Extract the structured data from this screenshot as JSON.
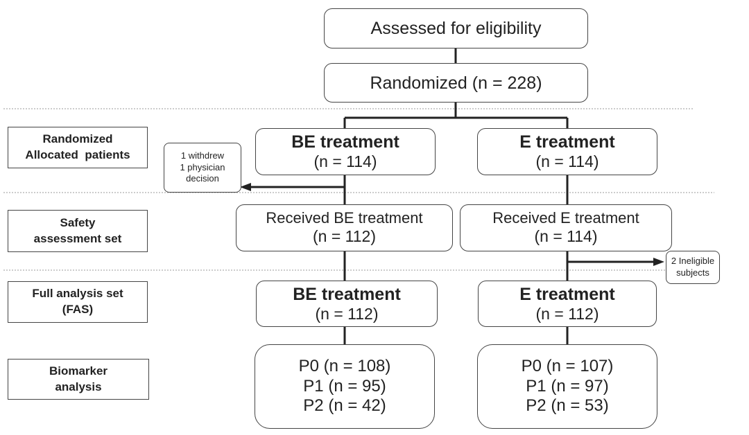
{
  "top": {
    "assessed": "Assessed for eligibility",
    "randomized": "Randomized (n = 228)"
  },
  "stage_labels": {
    "randomized": [
      "Randomized",
      "Allocated  patients"
    ],
    "safety": [
      "Safety",
      "assessment set"
    ],
    "fas": [
      "Full analysis set",
      "(FAS)"
    ],
    "biomarker": [
      "Biomarker",
      "analysis"
    ]
  },
  "be_arm": {
    "allocated_title": "BE treatment",
    "allocated_n": "(n = 114)",
    "received_title": "Received BE treatment",
    "received_n": "(n = 112)",
    "fas_title": "BE treatment",
    "fas_n": "(n = 112)",
    "biomarker": [
      "P0 (n = 108)",
      "P1 (n = 95)",
      "P2 (n = 42)"
    ],
    "exclusion": [
      "1 withdrew",
      "1 physician",
      "decision"
    ]
  },
  "e_arm": {
    "allocated_title": "E treatment",
    "allocated_n": "(n = 114)",
    "received_title": "Received E treatment",
    "received_n": "(n = 114)",
    "fas_title": "E treatment",
    "fas_n": "(n = 112)",
    "biomarker": [
      "P0 (n = 107)",
      "P1 (n = 97)",
      "P2 (n = 53)"
    ],
    "exclusion": [
      "2 Ineligible",
      "subjects"
    ]
  }
}
